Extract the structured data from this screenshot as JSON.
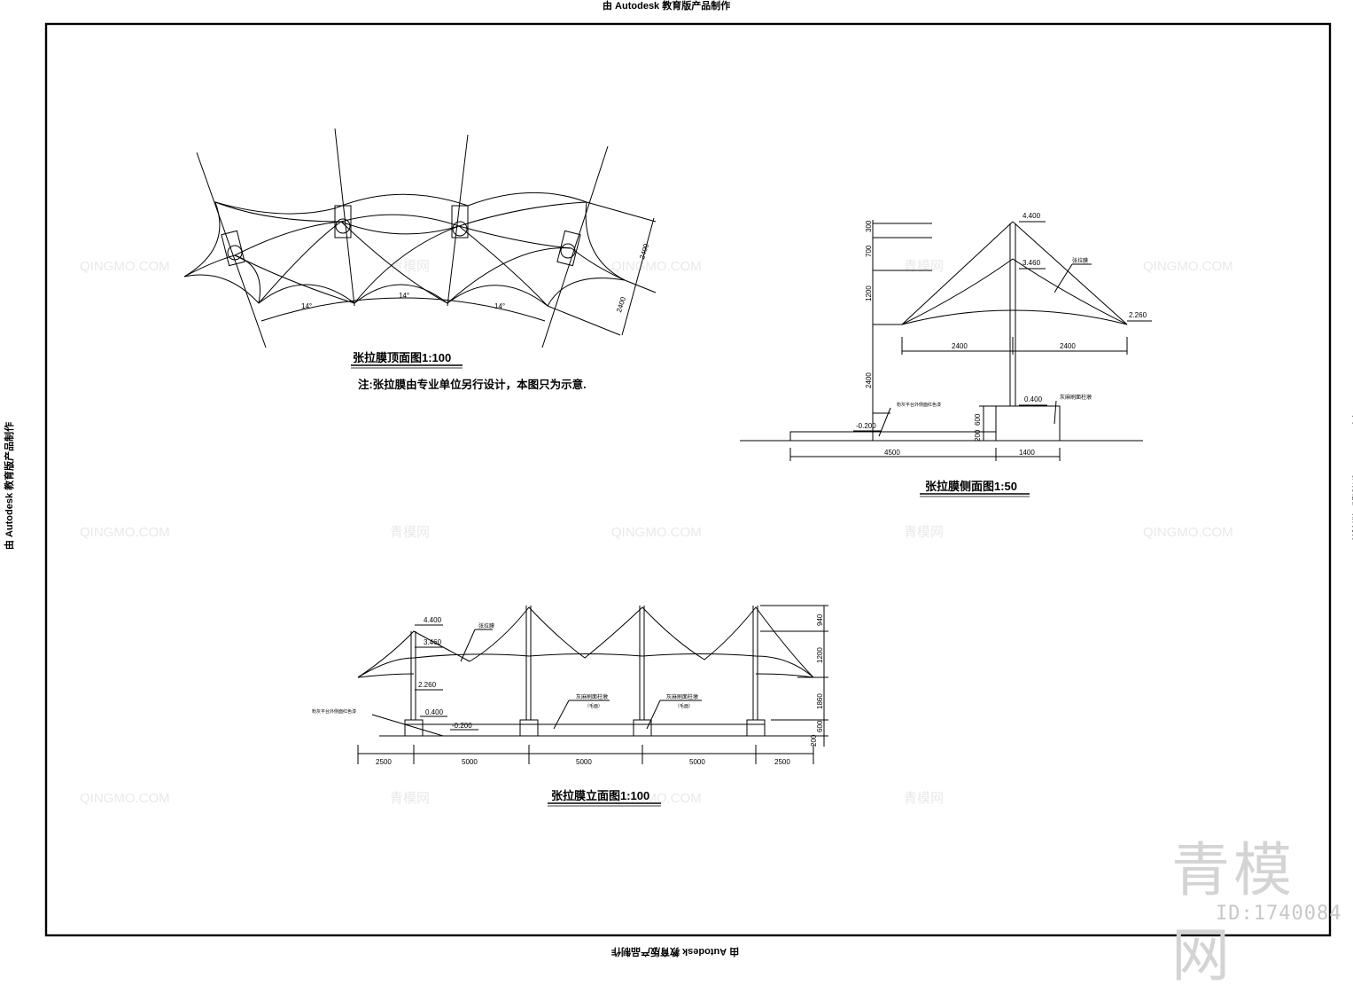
{
  "sheet": {
    "edge_text": "由 Autodesk 教育版产品制作",
    "watermark_id": "ID:1740084",
    "watermark_brand": "青模网",
    "watermark_site": "QINGMO.COM"
  },
  "plan": {
    "title": "张拉膜顶面图1:100",
    "note": "注:张拉膜由专业单位另行设计，本图只为示意.",
    "angle_labels": [
      "14°",
      "14°",
      "14°"
    ],
    "dims": [
      "2400",
      "2400"
    ]
  },
  "side": {
    "title": "张拉膜侧面图1:50",
    "levels": [
      "4.400",
      "3.460",
      "2.260",
      "0.400",
      "-0.200"
    ],
    "vdims": [
      "300",
      "700",
      "1200",
      "2400",
      "600",
      "200"
    ],
    "hdims_top": [
      "2400",
      "2400"
    ],
    "hdims_bottom": [
      "4500",
      "1400"
    ],
    "labels": {
      "membrane": "张拉膜",
      "column": "灰麻刷面柱墩",
      "paving": "粉灰平台外侧面红色漆"
    }
  },
  "elevation": {
    "title": "张拉膜立面图1:100",
    "levels": [
      "4.400",
      "3.460",
      "2.260",
      "0.400",
      "-0.200"
    ],
    "vdims": [
      "940",
      "1200",
      "1860",
      "600",
      "200"
    ],
    "hdims": [
      "2500",
      "5000",
      "5000",
      "5000",
      "2500"
    ],
    "labels": {
      "membrane": "张拉膜",
      "column1": "灰麻刷面柱墩",
      "column2": "灰麻刷面柱墩",
      "note1": "（毛面）",
      "note2": "（毛面）",
      "paving": "粉灰平台外侧面红色漆"
    }
  }
}
